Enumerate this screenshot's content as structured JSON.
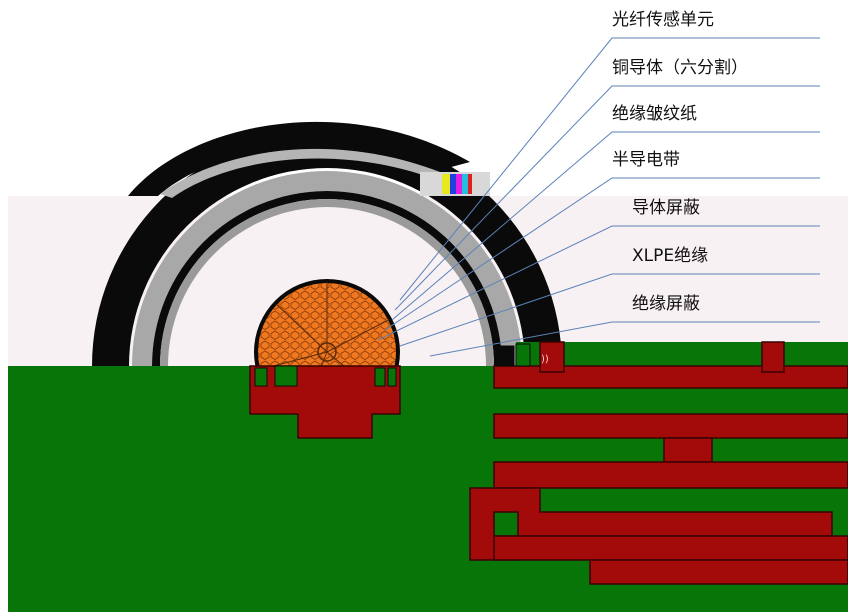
{
  "labels": [
    {
      "id": "fiber-sensor",
      "text": "光纤传感单元"
    },
    {
      "id": "copper-conductor",
      "text": "铜导体（六分割）"
    },
    {
      "id": "insulation-paper",
      "text": "绝缘皱纹纸"
    },
    {
      "id": "semiconductive-tape",
      "text": "半导电带"
    },
    {
      "id": "conductor-screen",
      "text": "导体屏蔽"
    },
    {
      "id": "xlpe-insulation",
      "text": "XLPE绝缘"
    },
    {
      "id": "insulation-screen",
      "text": "绝缘屏蔽"
    }
  ],
  "small_glyph": "))",
  "colors": {
    "pcb_green": "#087508",
    "trace_red": "#a30a0a",
    "sheath_black": "#0a0a0a",
    "layer_gray": "#a8a8a8",
    "copper_orange": "#f07820",
    "leader_blue": "#5b82b8",
    "panel_tint": "#f8f1f4"
  }
}
